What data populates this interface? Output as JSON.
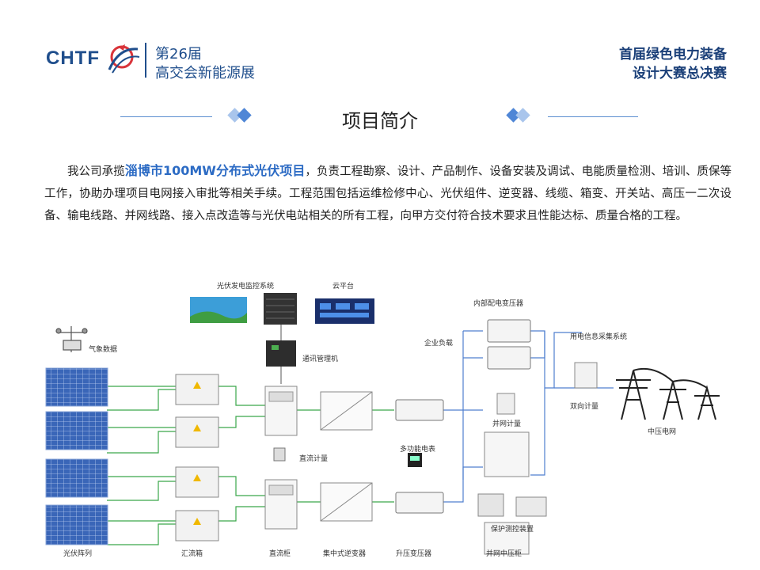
{
  "header": {
    "logo_text": "CHTF",
    "expo_line1": "第26届",
    "expo_line2": "高交会新能源展",
    "contest_line1": "首届绿色电力装备",
    "contest_line2": "设计大赛总决赛"
  },
  "section_title": "项目简介",
  "intro": {
    "prefix": "我公司承揽",
    "highlight": "淄博市100MW分布式光伏项目",
    "suffix": "，负责工程勘察、设计、产品制作、设备安装及调试、电能质量检测、培训、质保等工作，协助办理项目电网接入审批等相关手续。工程范围包括运维检修中心、光伏组件、逆变器、线缆、箱变、开关站、高压一二次设备、输电线路、并网线路、接入点改造等与光伏电站相关的所有工程，向甲方交付符合技术要求且性能达标、质量合格的工程。"
  },
  "diagram": {
    "labels": {
      "monitor": "光伏发电监控系统",
      "cloud": "云平台",
      "weather": "气象数据",
      "comm": "通讯管理机",
      "dc_meter": "直流计量",
      "multi_meter": "多功能电表",
      "internal_tx": "内部配电变压器",
      "load": "企业负载",
      "collect": "用电信息采集系统",
      "bidir": "双向计量",
      "grid_meter": "并网计量",
      "mv_grid": "中压电网",
      "protect": "保护测控装置"
    },
    "bottom_labels": [
      "光伏阵列",
      "汇流箱",
      "直流柜",
      "集中式逆变器",
      "升压变压器",
      "并网中压柜"
    ]
  }
}
